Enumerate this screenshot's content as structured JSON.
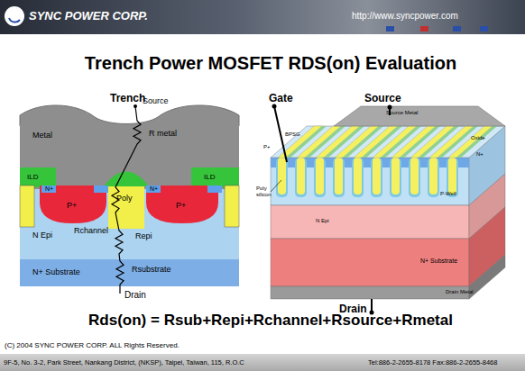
{
  "diagram": {
    "title": "Trench Power MOSFET RDS(on) Evaluation",
    "nodes": [
      {
        "text": [
          "SYNC POWER CORP.",
          "http://www.syncpower.com"
        ]
      },
      {
        "text": [
          "Metal"
        ]
      },
      {
        "text": [
          "ILD"
        ]
      },
      {
        "text": [
          "Poly"
        ]
      },
      {
        "text": [
          "ILD"
        ]
      },
      {
        "text": [
          "P+"
        ]
      },
      {
        "text": [
          "P+"
        ]
      },
      {
        "text": [
          "N Epi"
        ]
      },
      {
        "text": [
          "N+ Substrate"
        ]
      },
      {
        "text": [
          "9F-5, No. 3-2, Park Street, Nankang District, (NKSP), Taipei,  Taiwan, 115, R.O.C",
          "Tel:886-2-2655-8178  Fax:886-2-2655-8468"
        ]
      }
    ],
    "labels": [
      "Trench",
      "Source",
      "R metal",
      "N+",
      "N+",
      "Rchannel",
      "Repi",
      "Rsubstrate",
      "Drain",
      "Gate",
      "Source",
      "Source Metal",
      "BPSG",
      "Oxide",
      "P+",
      "N+",
      "Poly silicon",
      "P-Well",
      "N Epi",
      "N+ Substrate",
      "Drain Metal",
      "Drain",
      "Rds(on) = Rsub+Repi+Rchannel+Rsource+Rmetal",
      "(C) 2004 SYNC POWER CORP. ALL Rights Reserved."
    ]
  }
}
